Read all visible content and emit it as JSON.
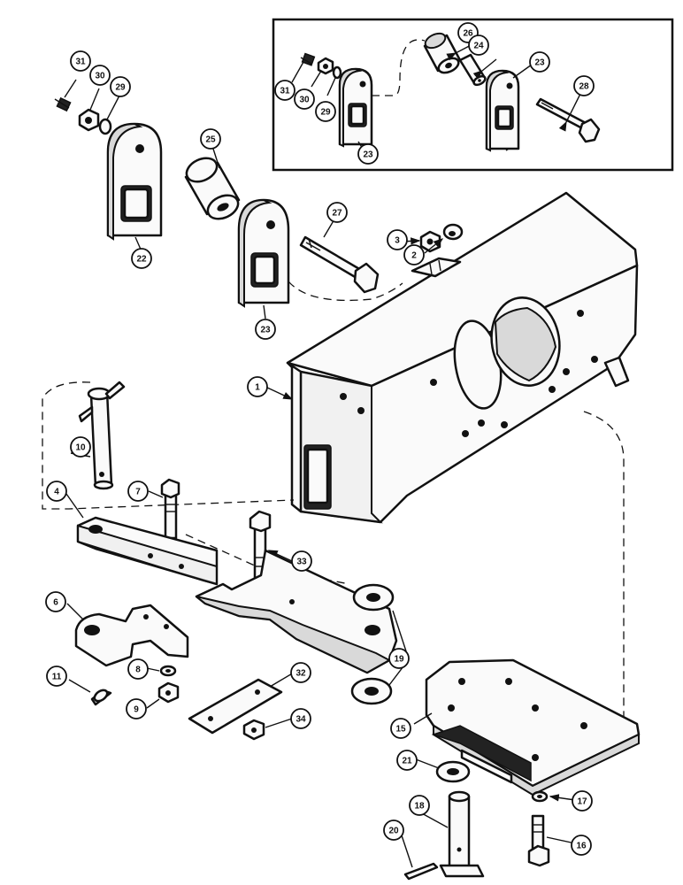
{
  "diagram": {
    "callouts": [
      "1",
      "2",
      "3",
      "4",
      "6",
      "7",
      "8",
      "9",
      "10",
      "11",
      "15",
      "16",
      "17",
      "18",
      "19",
      "20",
      "21",
      "22",
      "23",
      "24",
      "25",
      "26",
      "27",
      "28",
      "29",
      "30",
      "31",
      "32",
      "33",
      "34"
    ],
    "inset_callouts": [
      "31",
      "30",
      "29",
      "23",
      "26",
      "24",
      "23",
      "28"
    ]
  }
}
